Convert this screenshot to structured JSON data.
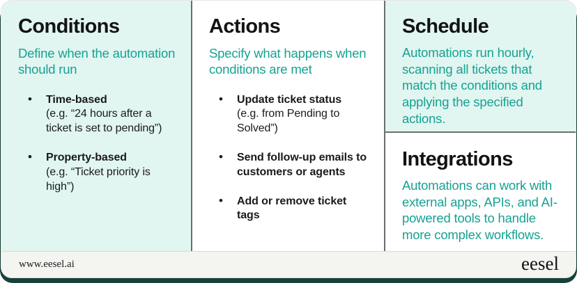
{
  "colors": {
    "panel_mint_bg": "#e1f6f1",
    "teal_text": "#17a193",
    "dark_teal_base": "#174139",
    "footer_bg": "#f4f4f1",
    "divider_gray": "#6d6d6d"
  },
  "panels": [
    {
      "title": "Conditions",
      "subtitle": "Define when the automation should run",
      "bullets": [
        {
          "title": "Time-based",
          "desc": "(e.g. “24 hours after a ticket is set to pending”)"
        },
        {
          "title": "Property-based",
          "desc": "(e.g. “Ticket priority is high”)"
        }
      ]
    },
    {
      "title": "Actions",
      "subtitle": "Specify what happens when conditions are met",
      "bullets": [
        {
          "title": "Update ticket status",
          "desc": "(e.g. from Pending to Solved”)"
        },
        {
          "title": "Send follow-up emails to customers or agents",
          "desc": ""
        },
        {
          "title": "Add or remove ticket tags",
          "desc": ""
        }
      ]
    },
    {
      "title": "Schedule",
      "body": "Automations run hourly, scanning all tickets that match the conditions and applying the specified actions."
    },
    {
      "title": "Integrations",
      "body": "Automations can work with external apps, APIs, and AI-powered tools to handle more complex workflows."
    }
  ],
  "footer": {
    "url": "www.eesel.ai",
    "logo": "eesel"
  }
}
